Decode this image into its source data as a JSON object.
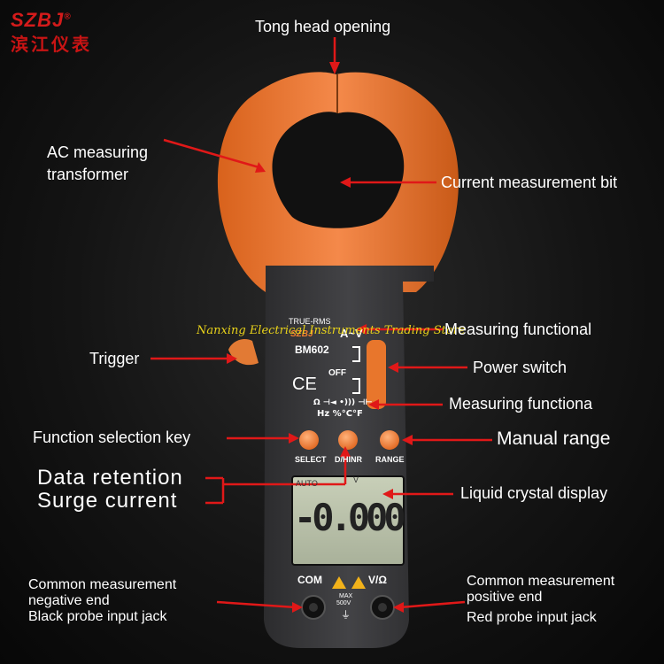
{
  "brand": {
    "logo": "SZBJ",
    "registered": "®",
    "chinese": "滨江仪表"
  },
  "watermark": "Nanxing Electrical Instruments Trading Store",
  "callouts": {
    "tong_head_opening": "Tong head opening",
    "ac_transformer_line1": "AC measuring",
    "ac_transformer_line2": "transformer",
    "current_measurement_bit": "Current measurement bit",
    "measuring_functional": "Measuring functional",
    "trigger": "Trigger",
    "power_switch": "Power switch",
    "measuring_functiona": "Measuring functiona",
    "function_selection_key": "Function selection key",
    "manual_range": "Manual range",
    "data_retention": "Data retention",
    "surge_current": "Surge current",
    "lcd": "Liquid crystal display",
    "neg_line1": "Common measurement",
    "neg_line2": "negative end",
    "neg_line3": "Black probe input jack",
    "pos_line1": "Common measurement",
    "pos_line2": "positive end",
    "pos_line3": "Red probe input jack"
  },
  "meter": {
    "true_rms": "TRUE-RMS",
    "model": "BM602",
    "mini_logo": "SZBJ",
    "ce": "CE",
    "off": "OFF",
    "av": "A~V",
    "func_row1": "Ω ⊣◄ •))) ⊣⊢",
    "func_row2": "Hz %°C°F",
    "btn_select": "SELECT",
    "btn_dhinr": "D/HINR",
    "btn_range": "RANGE",
    "lcd_auto": "AUTO",
    "lcd_v": "V",
    "lcd_reading": "-0.000",
    "jack_com": "COM",
    "jack_vohm": "V/Ω",
    "max_rating": "MAX",
    "max_volts": "500V"
  },
  "colors": {
    "accent_orange": "#f07f2e",
    "arrow_red": "#e01818",
    "body": "#3a3a3c"
  },
  "icons": [
    "warning-icon",
    "ground-icon",
    "arrow-icon"
  ]
}
